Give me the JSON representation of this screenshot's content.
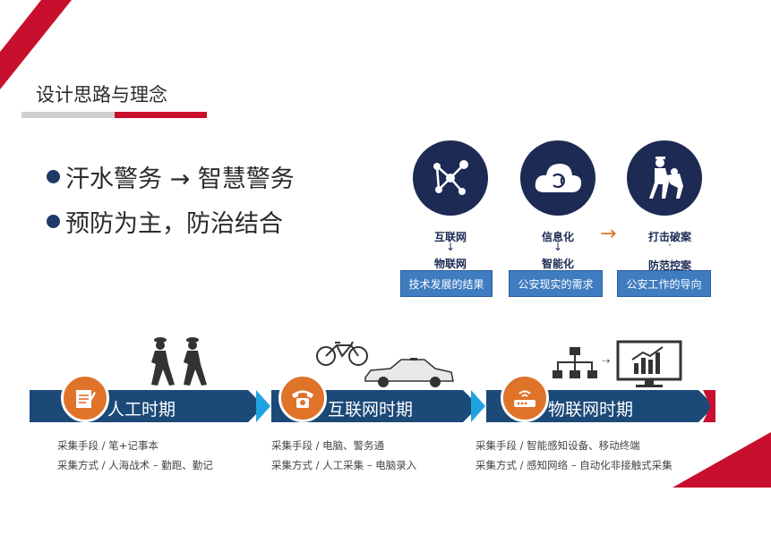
{
  "slide": {
    "title": "设计思路与理念",
    "bullets": [
      "汗水警务 → 智慧警务",
      "预防为主，防治结合"
    ]
  },
  "concepts": [
    {
      "icon": "network-nodes-icon",
      "top_label": "互联网",
      "arrow": "↓",
      "bottom_label": "物联网",
      "box": "技术发展的结果"
    },
    {
      "icon": "cloud-sync-icon",
      "top_label": "信息化",
      "arrow": "↓",
      "bottom_label": "智能化",
      "box": "公安现实的需求"
    },
    {
      "icon": "police-arrest-icon",
      "top_label": "打击破案",
      "arrow": "·",
      "bottom_label": "防范控案",
      "box": "公安工作的导向"
    }
  ],
  "concept_arrow": "→",
  "eras": [
    {
      "name": "人工时期",
      "icon": "notepad-icon",
      "means": "采集手段 / 笔+记事本",
      "method": "采集方式 / 人海战术 – 勤跑、勤记"
    },
    {
      "name": "互联网时期",
      "icon": "telephone-icon",
      "means": "采集手段 / 电脑、警务通",
      "method": "采集方式 / 人工采集 – 电脑录入"
    },
    {
      "name": "物联网时期",
      "icon": "router-icon",
      "means": "采集手段 / 智能感知设备、移动终端",
      "method": "采集方式 / 感知网络 – 自动化非接触式采集"
    }
  ],
  "colors": {
    "accent_red": "#c8102e",
    "navy": "#1c2a54",
    "timeline_blue": "#1c4a78",
    "chevron_cyan": "#1fa3e0",
    "box_blue": "#3f7cc0",
    "orange": "#e0732a"
  }
}
